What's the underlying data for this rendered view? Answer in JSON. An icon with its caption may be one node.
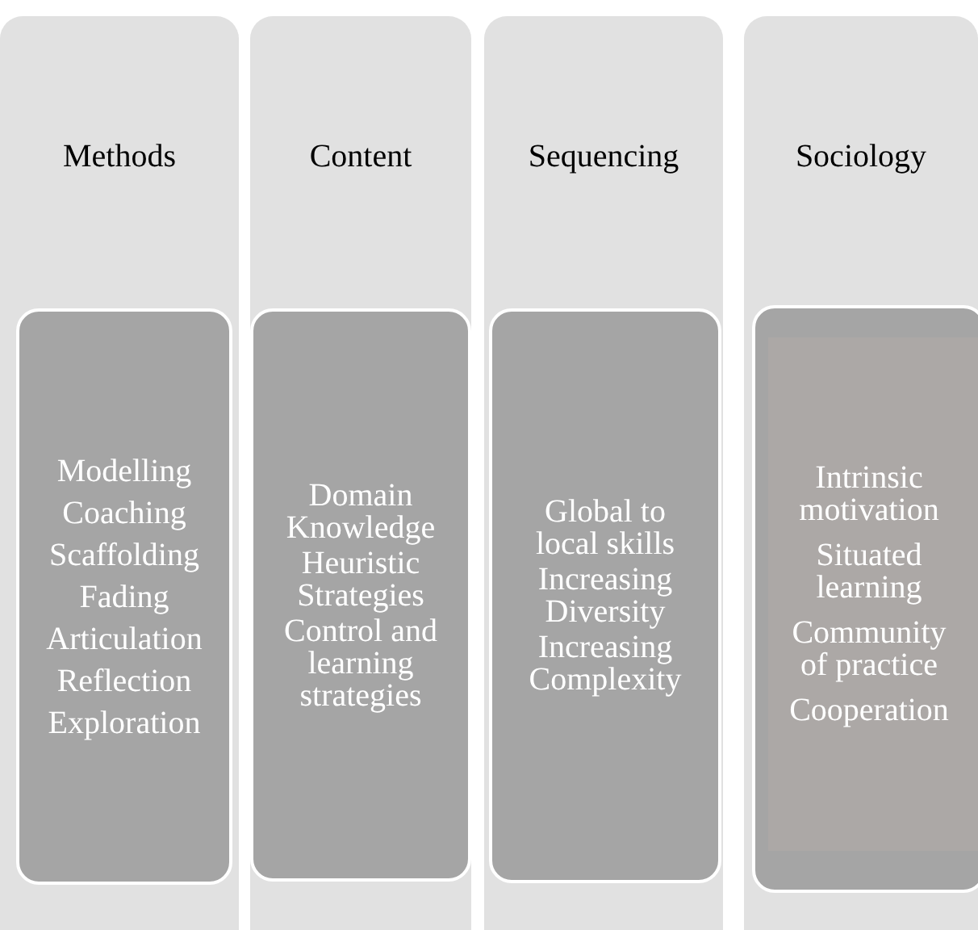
{
  "diagram": {
    "nodes": [
      {
        "text": [
          "Methods"
        ]
      },
      {
        "text": [
          "Modelling",
          "Coaching",
          "Scaffolding",
          "Fading",
          "Articulation",
          "Reflection",
          "Exploration"
        ],
        "in": 0
      },
      {
        "text": [
          "Content"
        ]
      },
      {
        "text": [
          "Domain Knowledge",
          "Heuristic Strategies",
          "Control and learning strategies"
        ],
        "in": 2
      },
      {
        "text": [
          "Sequencing"
        ]
      },
      {
        "text": [
          "Global to local skills",
          "Increasing Diversity",
          "Increasing Complexity"
        ],
        "in": 4
      },
      {
        "text": [
          "Sociology"
        ]
      },
      {
        "text": [
          "Intrinsic motivation",
          "Situated learning",
          "Community of practice",
          "Cooperation"
        ],
        "in": 6
      }
    ]
  }
}
